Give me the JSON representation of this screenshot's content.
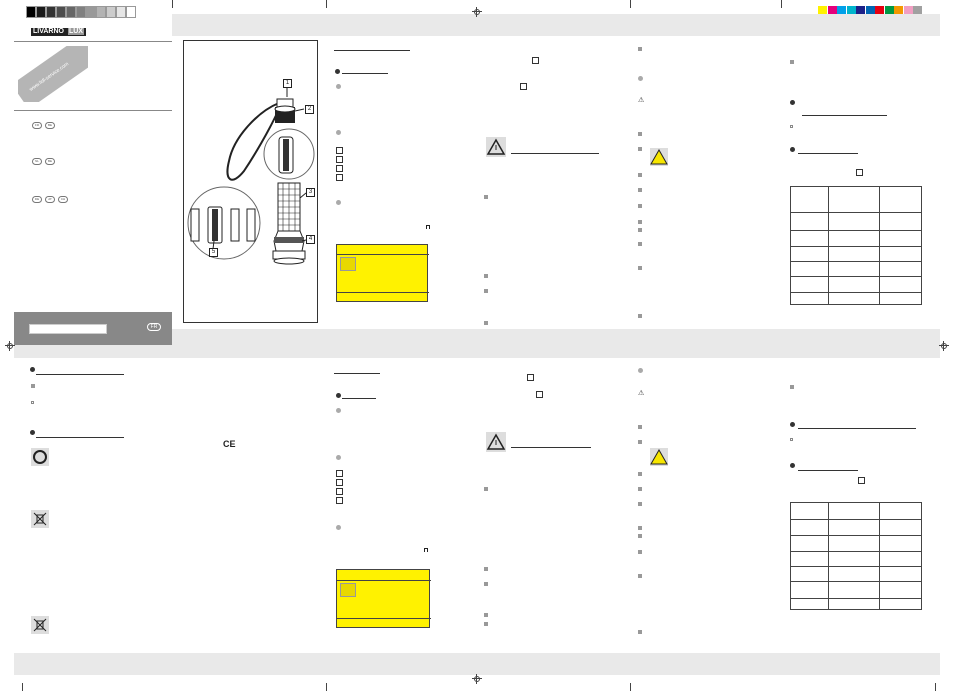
{
  "brand": {
    "name": "LIVARNO",
    "suffix": "LUX",
    "website": "www.lidl-service.com"
  },
  "figure": {
    "callouts": [
      "1",
      "2",
      "3",
      "4",
      "5"
    ],
    "country_badge": "FR"
  },
  "language_groups": [
    [
      "FR",
      "BE"
    ],
    [
      "NL",
      "BE"
    ],
    [
      "DE",
      "AT",
      "CH"
    ]
  ],
  "ce_mark": "CE",
  "colors": {
    "calibration": [
      "#000000",
      "#1a1a1a",
      "#333333",
      "#4d4d4d",
      "#666666",
      "#808080",
      "#999999",
      "#b3b3b3",
      "#cccccc",
      "#e6e6e6",
      "#ffffff"
    ],
    "process": [
      "#fff200",
      "#e4007c",
      "#00a0e9",
      "#00b4cc",
      "#1d2088",
      "#0066b3",
      "#e60012",
      "#009944",
      "#f39800",
      "#f19ec2",
      "#a0a0a0",
      "#ffffff"
    ],
    "warning_yellow": "#fff200"
  }
}
